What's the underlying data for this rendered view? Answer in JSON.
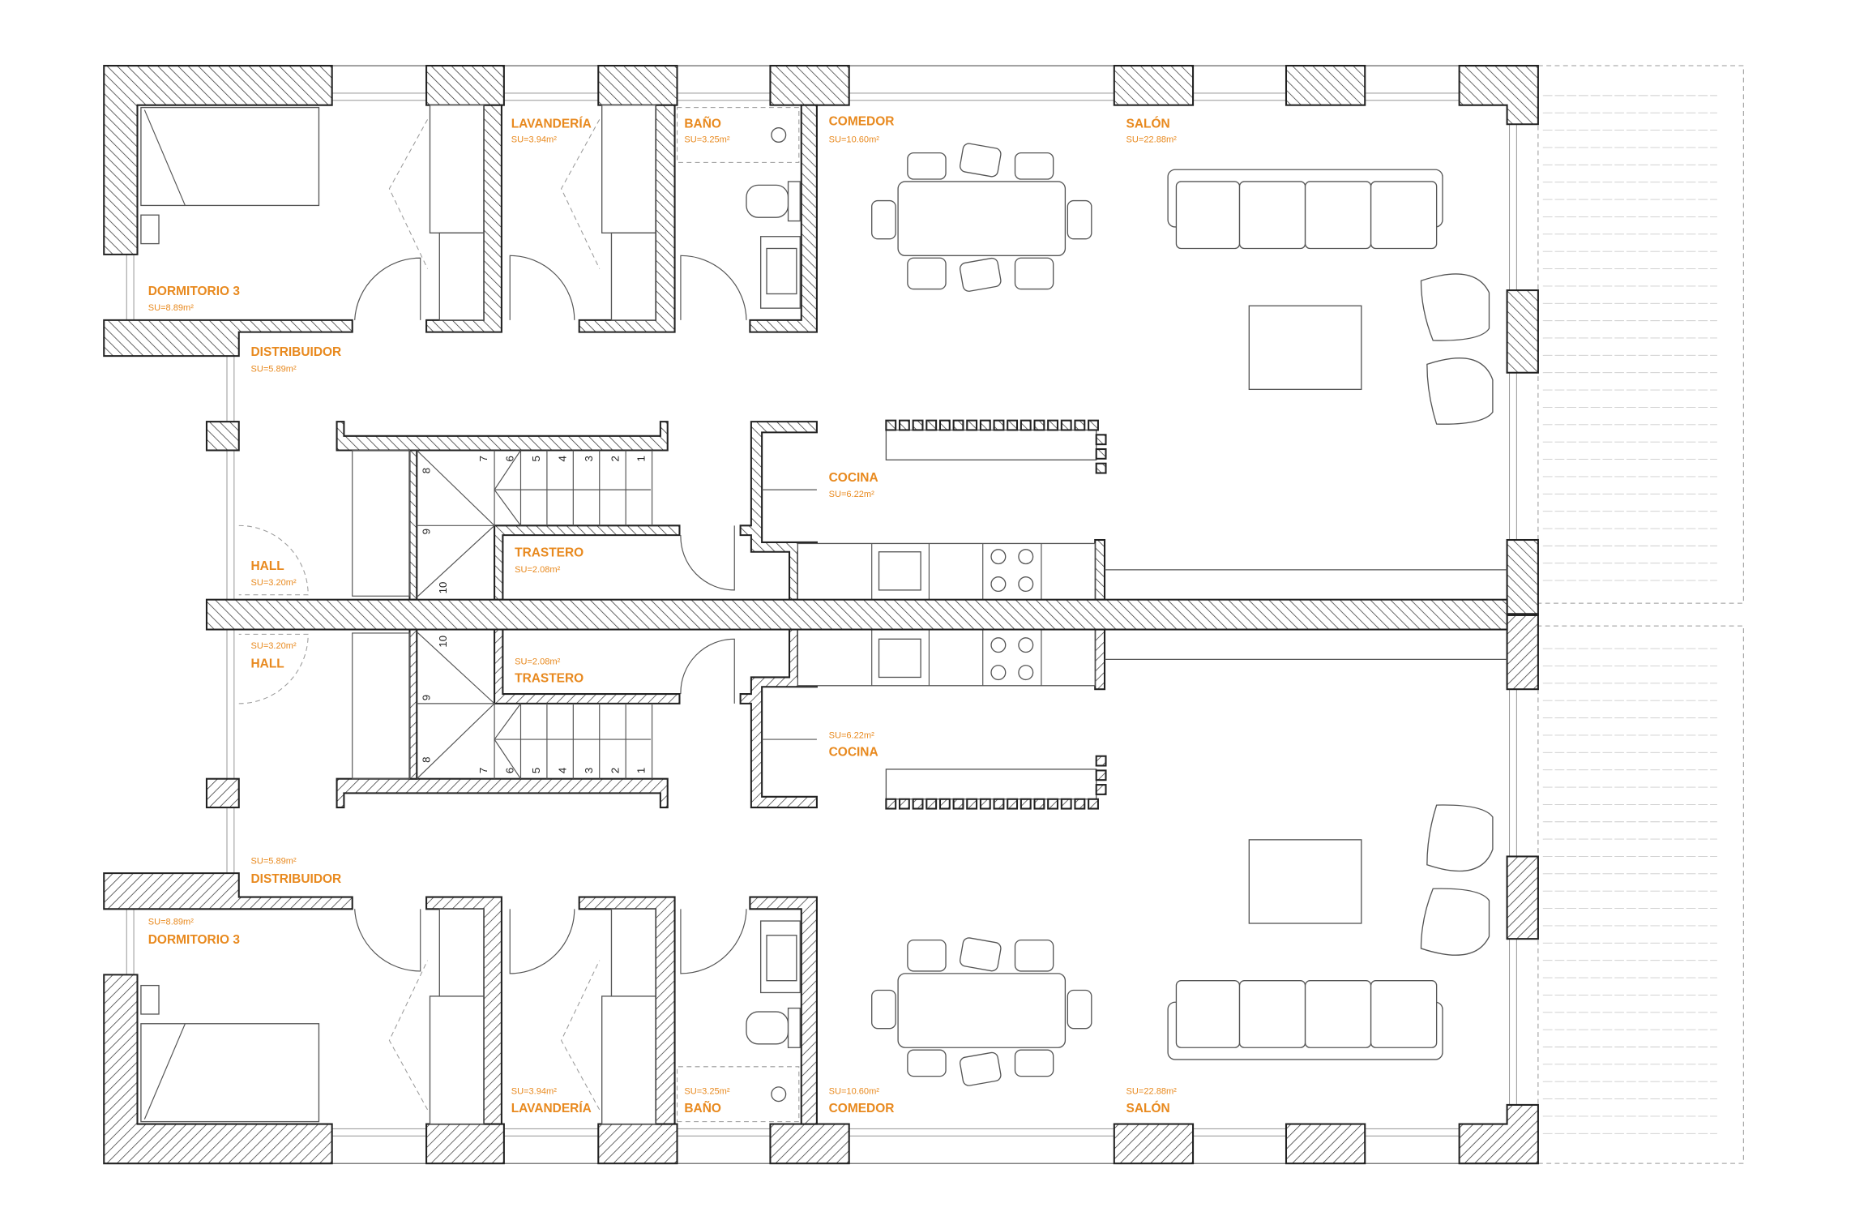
{
  "plan": {
    "accent_color": "#e8891e",
    "rooms_top": [
      {
        "name": "DORMITORIO 3",
        "area": "SU=8.89m²"
      },
      {
        "name": "DISTRIBUIDOR",
        "area": "SU=5.89m²"
      },
      {
        "name": "LAVANDERÍA",
        "area": "SU=3.94m²"
      },
      {
        "name": "BAÑO",
        "area": "SU=3.25m²"
      },
      {
        "name": "COMEDOR",
        "area": "SU=10.60m²"
      },
      {
        "name": "SALÓN",
        "area": "SU=22.88m²"
      },
      {
        "name": "COCINA",
        "area": "SU=6.22m²"
      },
      {
        "name": "TRASTERO",
        "area": "SU=2.08m²"
      },
      {
        "name": "HALL",
        "area": "SU=3.20m²"
      }
    ],
    "rooms_bottom": [
      {
        "name": "DORMITORIO 3",
        "area": "SU=8.89m²"
      },
      {
        "name": "DISTRIBUIDOR",
        "area": "SU=5.89m²"
      },
      {
        "name": "LAVANDERÍA",
        "area": "SU=3.94m²"
      },
      {
        "name": "BAÑO",
        "area": "SU=3.25m²"
      },
      {
        "name": "COMEDOR",
        "area": "SU=10.60m²"
      },
      {
        "name": "SALÓN",
        "area": "SU=22.88m²"
      },
      {
        "name": "COCINA",
        "area": "SU=6.22m²"
      },
      {
        "name": "TRASTERO",
        "area": "SU=2.08m²"
      },
      {
        "name": "HALL",
        "area": "SU=3.20m²"
      }
    ],
    "stair_steps": [
      "1",
      "2",
      "3",
      "4",
      "5",
      "6",
      "7",
      "8",
      "9",
      "10"
    ]
  }
}
